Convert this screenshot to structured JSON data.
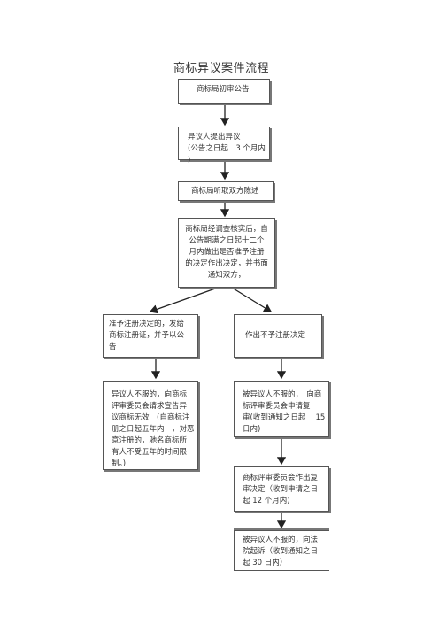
{
  "title": "商标异议案件流程",
  "nodes": {
    "announce": {
      "lines": [
        "商标局初审公告"
      ]
    },
    "objection": {
      "lines": [
        "异议人提出异议",
        "(公告之日起　3 个月内 )"
      ]
    },
    "hearing": {
      "lines": [
        "商标局听取双方陈述"
      ]
    },
    "investigation": {
      "lines": [
        "商标局经调查核实后，自",
        "公告期满之日起十二个",
        "月内做出是否准予注册",
        "的决定作出决定，并书面",
        "通知双方，"
      ]
    },
    "approve": {
      "lines": [
        "准予注册决定的，发给",
        "商标注册证，并予以公",
        "告"
      ]
    },
    "reject": {
      "lines": [
        "作出不予注册决定"
      ]
    },
    "invalid_request": {
      "lines": [
        "异议人不服的，向商标",
        "评审委员会请求宣告异",
        "议商标无效　(自商标注",
        "册之日起五年内　，对恶",
        "意注册的，驰名商标所",
        "有人不受五年的时间限",
        "制。)"
      ]
    },
    "review_request": {
      "lines": [
        "被异议人不服的，　向商",
        "标评审委员会申请复",
        "审(收到通知之日起　 15",
        "日内)"
      ]
    },
    "review_decision": {
      "lines": [
        "商标评审委员会作出复",
        "审决定（收到申请之日",
        "起 12 个月内)"
      ]
    },
    "lawsuit": {
      "lines": [
        "被异议人不服的，向法",
        "院起诉（收到通知之日",
        "起 30 日内）"
      ]
    }
  }
}
